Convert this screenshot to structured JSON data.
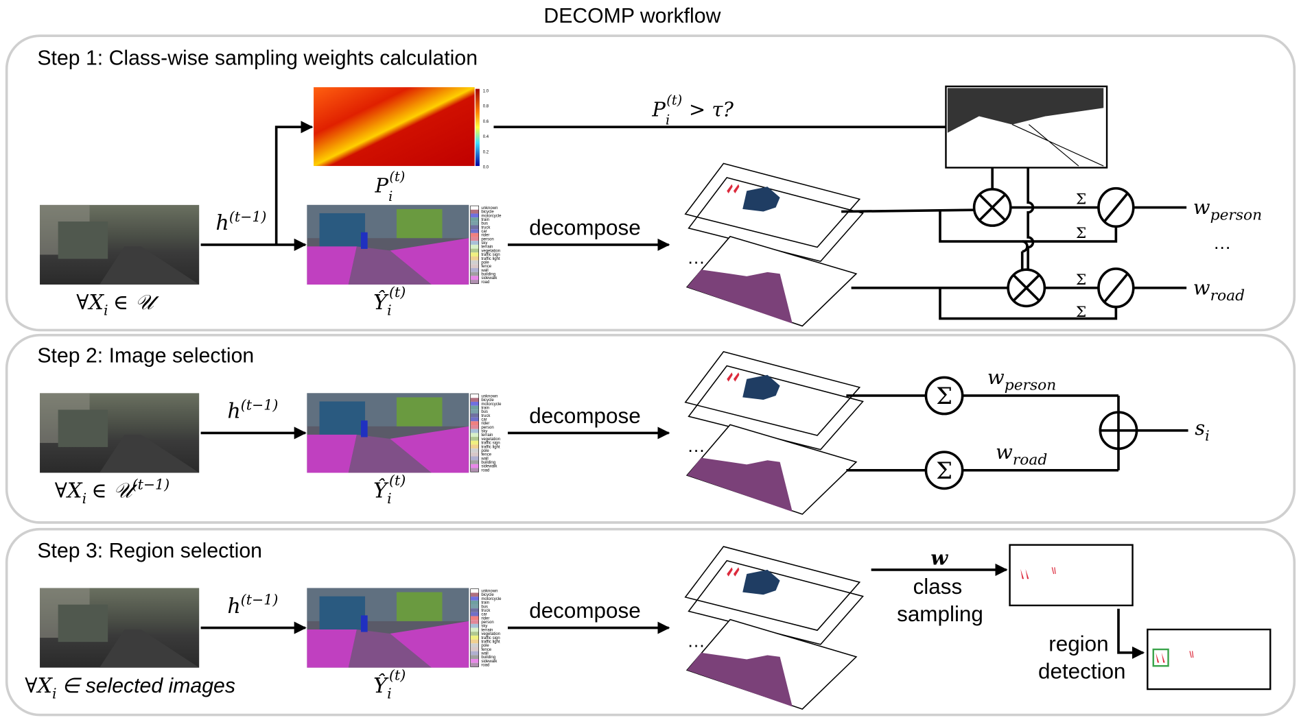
{
  "title": "DECOMP workflow",
  "colors": {
    "person": "#1f3d63",
    "road": "#7b4179",
    "rider": "#dc2a3c",
    "detect_box": "#3aa34a",
    "panel_border": "#cfcfcf"
  },
  "steps": [
    {
      "label": "Step 1: Class-wise sampling weights calculation",
      "input_label": "∀X",
      "input_sub": "i",
      "input_set": "∈ 𝒰",
      "input_set_sup": ""
    },
    {
      "label": "Step 2: Image selection",
      "input_label": "∀X",
      "input_sub": "i",
      "input_set": "∈ 𝒰",
      "input_set_sup": "(t−1)"
    },
    {
      "label": "Step 3: Region selection",
      "input_label": "∀X",
      "input_sub": "i",
      "input_set": "∈ selected images",
      "input_set_sup": ""
    }
  ],
  "model": {
    "h": "h",
    "h_sup": "(t−1)"
  },
  "prob": {
    "P": "P",
    "sub": "i",
    "sup": "(t)",
    "threshold": "> τ?"
  },
  "pred": {
    "Y": "Ŷ",
    "sub": "i",
    "sup": "(t)"
  },
  "decompose_label": "decompose",
  "ellipsis": "…",
  "sum_symbol": "Σ",
  "colorbar_ticks": [
    "1.0",
    "0.8",
    "0.6",
    "0.4",
    "0.2",
    "0.0"
  ],
  "legend_classes": [
    "unknown",
    "bicycle",
    "motorcycle",
    "train",
    "bus",
    "truck",
    "car",
    "rider",
    "person",
    "sky",
    "terrain",
    "vegetation",
    "traffic sign",
    "traffic light",
    "pole",
    "fence",
    "wall",
    "building",
    "sidewalk",
    "road"
  ],
  "legend_colors": [
    "#ffffff",
    "#b07080",
    "#7070e0",
    "#70a0a0",
    "#7aa0a8",
    "#7070a0",
    "#7070c8",
    "#f08080",
    "#e08898",
    "#a8c0d8",
    "#d8f0c8",
    "#b0c890",
    "#f0f080",
    "#f0d090",
    "#d0d0d0",
    "#d8c8c8",
    "#b0b0d0",
    "#a0a0a0",
    "#e888e8",
    "#b090b0"
  ],
  "weights": {
    "w": "w",
    "person": "person",
    "road": "road"
  },
  "score": {
    "s": "s",
    "sub": "i"
  },
  "step3": {
    "w": "w",
    "class_sampling_1": "class",
    "class_sampling_2": "sampling",
    "region_detection_1": "region",
    "region_detection_2": "detection"
  }
}
